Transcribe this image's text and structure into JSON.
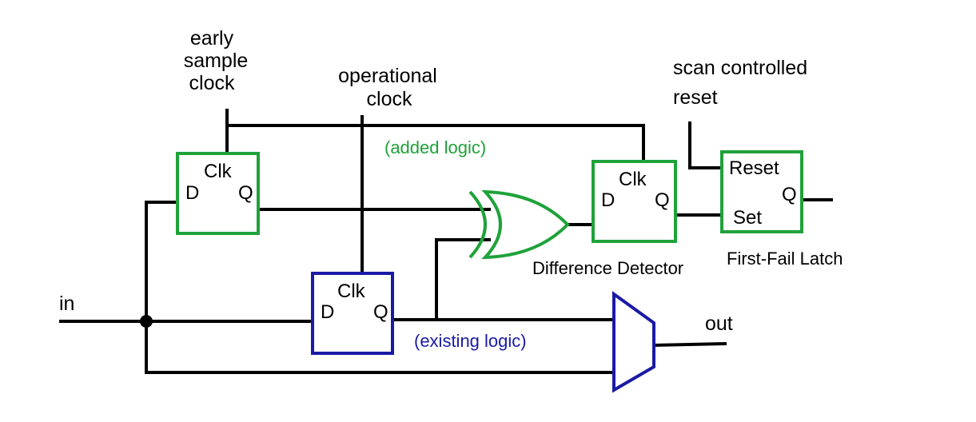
{
  "labels": {
    "early_sample_clock": [
      "early",
      "sample",
      "clock"
    ],
    "operational_clock": [
      "operational",
      "clock"
    ],
    "scan_controlled_reset": [
      "scan controlled",
      "reset"
    ],
    "added_logic": "(added logic)",
    "existing_logic": "(existing logic)",
    "difference_detector": "Difference Detector",
    "first_fail_latch": "First-Fail Latch",
    "in": "in",
    "out": "out"
  },
  "pins": {
    "clk": "Clk",
    "d": "D",
    "q": "Q",
    "reset": "Reset",
    "set": "Set"
  },
  "colors": {
    "added": "#1fa23a",
    "existing": "#1a1aa6",
    "wire": "#000000"
  }
}
